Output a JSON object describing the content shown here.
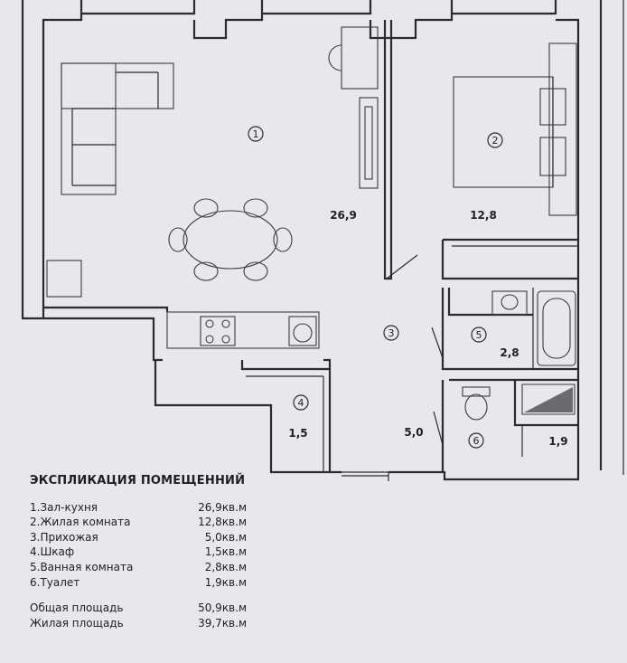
{
  "rooms": [
    {
      "number": "1",
      "area": "26,9"
    },
    {
      "number": "2",
      "area": "12,8"
    },
    {
      "number": "3",
      "area": "5,0"
    },
    {
      "number": "4",
      "area": "1,5"
    },
    {
      "number": "5",
      "area": "2,8"
    },
    {
      "number": "6",
      "area": "1,9"
    }
  ],
  "legend": {
    "title": "ЭКСПЛИКАЦИЯ ПОМЕЩЕННИЙ",
    "items": [
      {
        "name": "1.Зал-кухня",
        "value": "26,9кв.м"
      },
      {
        "name": "2.Жилая комната",
        "value": "12,8кв.м"
      },
      {
        "name": "3.Прихожая",
        "value": "5,0кв.м"
      },
      {
        "name": "4.Шкаф",
        "value": "1,5кв.м"
      },
      {
        "name": "5.Ванная комната",
        "value": "2,8кв.м"
      },
      {
        "name": "6.Туалет",
        "value": "1,9кв.м"
      }
    ],
    "totals": [
      {
        "name": "Общая площадь",
        "value": "50,9кв.м"
      },
      {
        "name": "Жилая площадь",
        "value": "39,7кв.м"
      }
    ]
  }
}
